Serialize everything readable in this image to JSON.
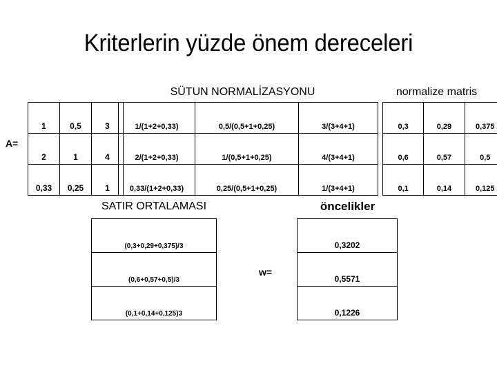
{
  "slide": {
    "title": "Kriterlerin yüzde önem dereceleri"
  },
  "labels": {
    "a_equals": "A=",
    "w_equals": "w="
  },
  "captions": {
    "column_normalization": "SÜTUN NORMALİZASYONU",
    "normalized_matrix": "normalize matris",
    "row_average": "SATIR ORTALAMASI",
    "priorities": "öncelikler"
  },
  "matrices": {
    "a": {
      "rows": [
        [
          "1",
          "0,5",
          "3"
        ],
        [
          "2",
          "1",
          "4"
        ],
        [
          "0,33",
          "0,25",
          "1"
        ]
      ]
    },
    "column_normalization": {
      "rows": [
        [
          "1/(1+2+0,33)",
          "0,5/(0,5+1+0,25)",
          "3/(3+4+1)"
        ],
        [
          "2/(1+2+0,33)",
          "1/(0,5+1+0,25)",
          "4/(3+4+1)"
        ],
        [
          "0,33/(1+2+0,33)",
          "0,25/(0,5+1+0,25)",
          "1/(3+4+1)"
        ]
      ]
    },
    "normalized": {
      "rows": [
        [
          "0,3",
          "0,29",
          "0,375"
        ],
        [
          "0,6",
          "0,57",
          "0,5"
        ],
        [
          "0,1",
          "0,14",
          "0,125"
        ]
      ]
    },
    "row_average": {
      "rows": [
        [
          "(0,3+0,29+0,375)/3"
        ],
        [
          "(0,6+0,57+0,5)/3"
        ],
        [
          "(0,1+0,14+0,125)3"
        ]
      ]
    },
    "priorities": {
      "rows": [
        [
          "0,3202"
        ],
        [
          "0,5571"
        ],
        [
          "0,1226"
        ]
      ]
    }
  },
  "colors": {
    "background": "#ffffff",
    "text": "#000000",
    "border": "#000000"
  }
}
